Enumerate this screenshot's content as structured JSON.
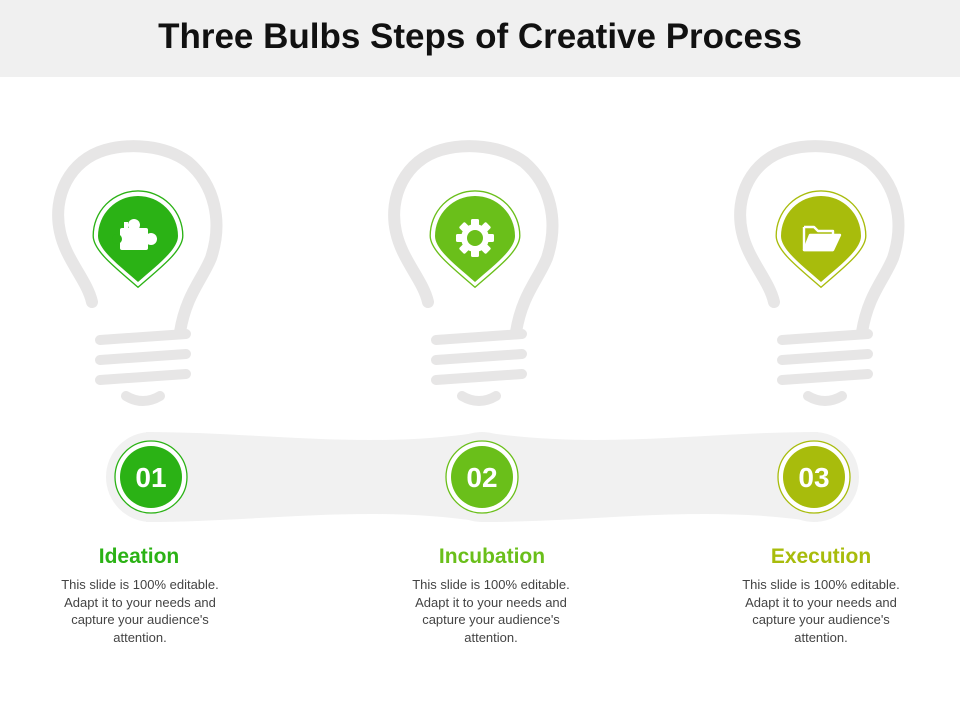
{
  "title": "Three Bulbs Steps of Creative Process",
  "colors": {
    "step1": "#2bb215",
    "step2": "#6abf1a",
    "step3": "#a8bc0c",
    "bulb_outline": "#e7e6e6",
    "title_bar": "#f0f0f0"
  },
  "steps": [
    {
      "number": "01",
      "title": "Ideation",
      "description": "This slide is 100% editable. Adapt it to your needs and capture your audience's attention.",
      "icon": "puzzle-icon"
    },
    {
      "number": "02",
      "title": "Incubation",
      "description": "This slide is 100% editable. Adapt it to your needs and capture your audience's attention.",
      "icon": "gear-icon"
    },
    {
      "number": "03",
      "title": "Execution",
      "description": "This slide is 100% editable. Adapt it to your needs and capture your audience's attention.",
      "icon": "folder-icon"
    }
  ]
}
